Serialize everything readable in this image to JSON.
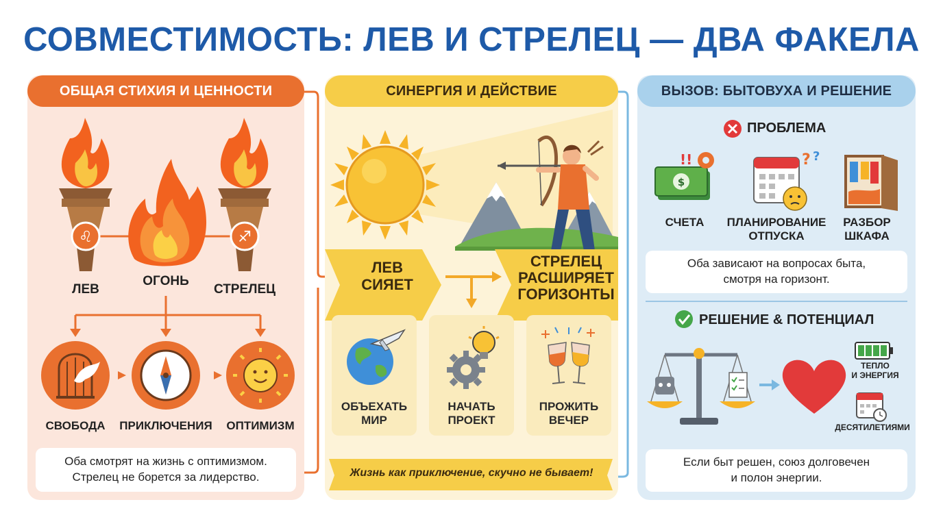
{
  "title": "СОВМЕСТИМОСТЬ: ЛЕВ И СТРЕЛЕЦ — ДВА ФАКЕЛА",
  "colors": {
    "title": "#1e5aa8",
    "left_accent": "#e9702f",
    "mid_accent": "#f6cd48",
    "right_accent": "#a9d1ec"
  },
  "left": {
    "header": "ОБЩАЯ СТИХИЯ И ЦЕННОСТИ",
    "leo": "ЛЕВ",
    "fire": "ОГОНЬ",
    "sagittarius": "СТРЕЛЕЦ",
    "values": [
      "СВОБОДА",
      "ПРИКЛЮЧЕНИЯ",
      "ОПТИМИЗМ"
    ],
    "note_line1": "Оба смотрят на жизнь с оптимизмом.",
    "note_line2": "Стрелец не борется за лидерство.",
    "icons": [
      "torch-icon",
      "leo-sign-icon",
      "fire-icon",
      "sagittarius-sign-icon",
      "bird-cage-icon",
      "compass-icon",
      "smiling-sun-icon"
    ]
  },
  "middle": {
    "header": "СИНЕРГИЯ И ДЕЙСТВИЕ",
    "leo_line1": "ЛЕВ",
    "leo_line2": "СИЯЕТ",
    "sag_line1": "СТРЕЛЕЦ",
    "sag_line2": "РАСШИРЯЕТ",
    "sag_line3": "ГОРИЗОНТЫ",
    "activities": [
      {
        "line1": "ОБЪЕХАТЬ",
        "line2": "МИР",
        "icon": "globe-plane-icon"
      },
      {
        "line1": "НАЧАТЬ",
        "line2": "ПРОЕКТ",
        "icon": "gear-lightbulb-icon"
      },
      {
        "line1": "ПРОЖИТЬ",
        "line2": "ВЕЧЕР",
        "icon": "wine-glasses-icon"
      }
    ],
    "banner": "Жизнь как приключение, скучно не бывает!",
    "icons": [
      "sun-icon",
      "archer-icon",
      "mountains-icon"
    ]
  },
  "right": {
    "header": "ВЫЗОВ: БЫТОВУХА И РЕШЕНИЕ",
    "problem_title": "ПРОБЛЕМА",
    "problems": [
      {
        "line1": "СЧЕТА",
        "line2": "",
        "icon": "money-bill-icon"
      },
      {
        "line1": "ПЛАНИРОВАНИЕ",
        "line2": "ОТПУСКА",
        "icon": "calendar-confused-icon"
      },
      {
        "line1": "РАЗБОР",
        "line2": "ШКАФА",
        "icon": "wardrobe-icon"
      }
    ],
    "problem_note_line1": "Оба зависают на вопросах быта,",
    "problem_note_line2": "смотря на горизонт.",
    "solution_title": "РЕШЕНИЕ & ПОТЕНЦИАЛ",
    "warmth_line1": "ТЕПЛО",
    "warmth_line2": "И ЭНЕРГИЯ",
    "decades": "ДЕСЯТИЛЕТИЯМИ",
    "solution_note_line1": "Если быт решен, союз долговечен",
    "solution_note_line2": "и полон энергии.",
    "icons": [
      "cross-icon",
      "check-icon",
      "balance-scale-icon",
      "heart-icon",
      "battery-icon",
      "calendar-clock-icon"
    ]
  }
}
